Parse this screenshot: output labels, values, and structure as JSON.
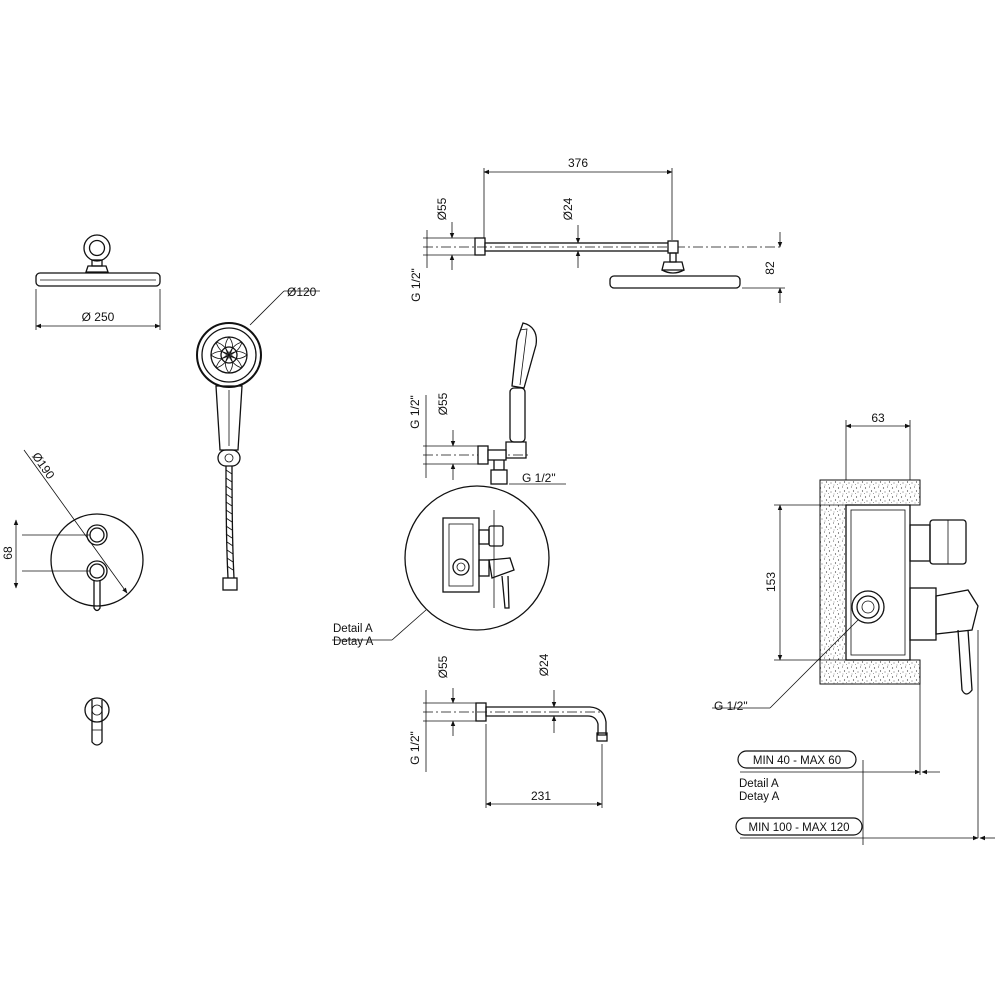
{
  "dimensions": {
    "shower_head_diameter": "Ø 250",
    "hand_shower_diameter": "Ø120",
    "plate_diameter": "Ø190",
    "plate_spacing": "68",
    "arm_length": "376",
    "arm_flange": "Ø55",
    "arm_pipe": "Ø24",
    "arm_thread": "G 1/2\"",
    "arm_drop": "82",
    "holder_flange": "Ø55",
    "holder_thread": "G 1/2\"",
    "holder_outlet": "G 1/2\"",
    "spout_flange": "Ø55",
    "spout_pipe": "Ø24",
    "spout_thread": "G 1/2\"",
    "spout_length": "231",
    "box_width": "63",
    "box_height": "153",
    "box_thread": "G 1/2\""
  },
  "labels": {
    "detail_en": "Detail A",
    "detail_tr": "Detay A",
    "depth_min_max_1": "MIN 40 - MAX 60",
    "depth_detail_en": "Detail A",
    "depth_detail_tr": "Detay A",
    "depth_min_max_2": "MIN 100 - MAX 120"
  }
}
